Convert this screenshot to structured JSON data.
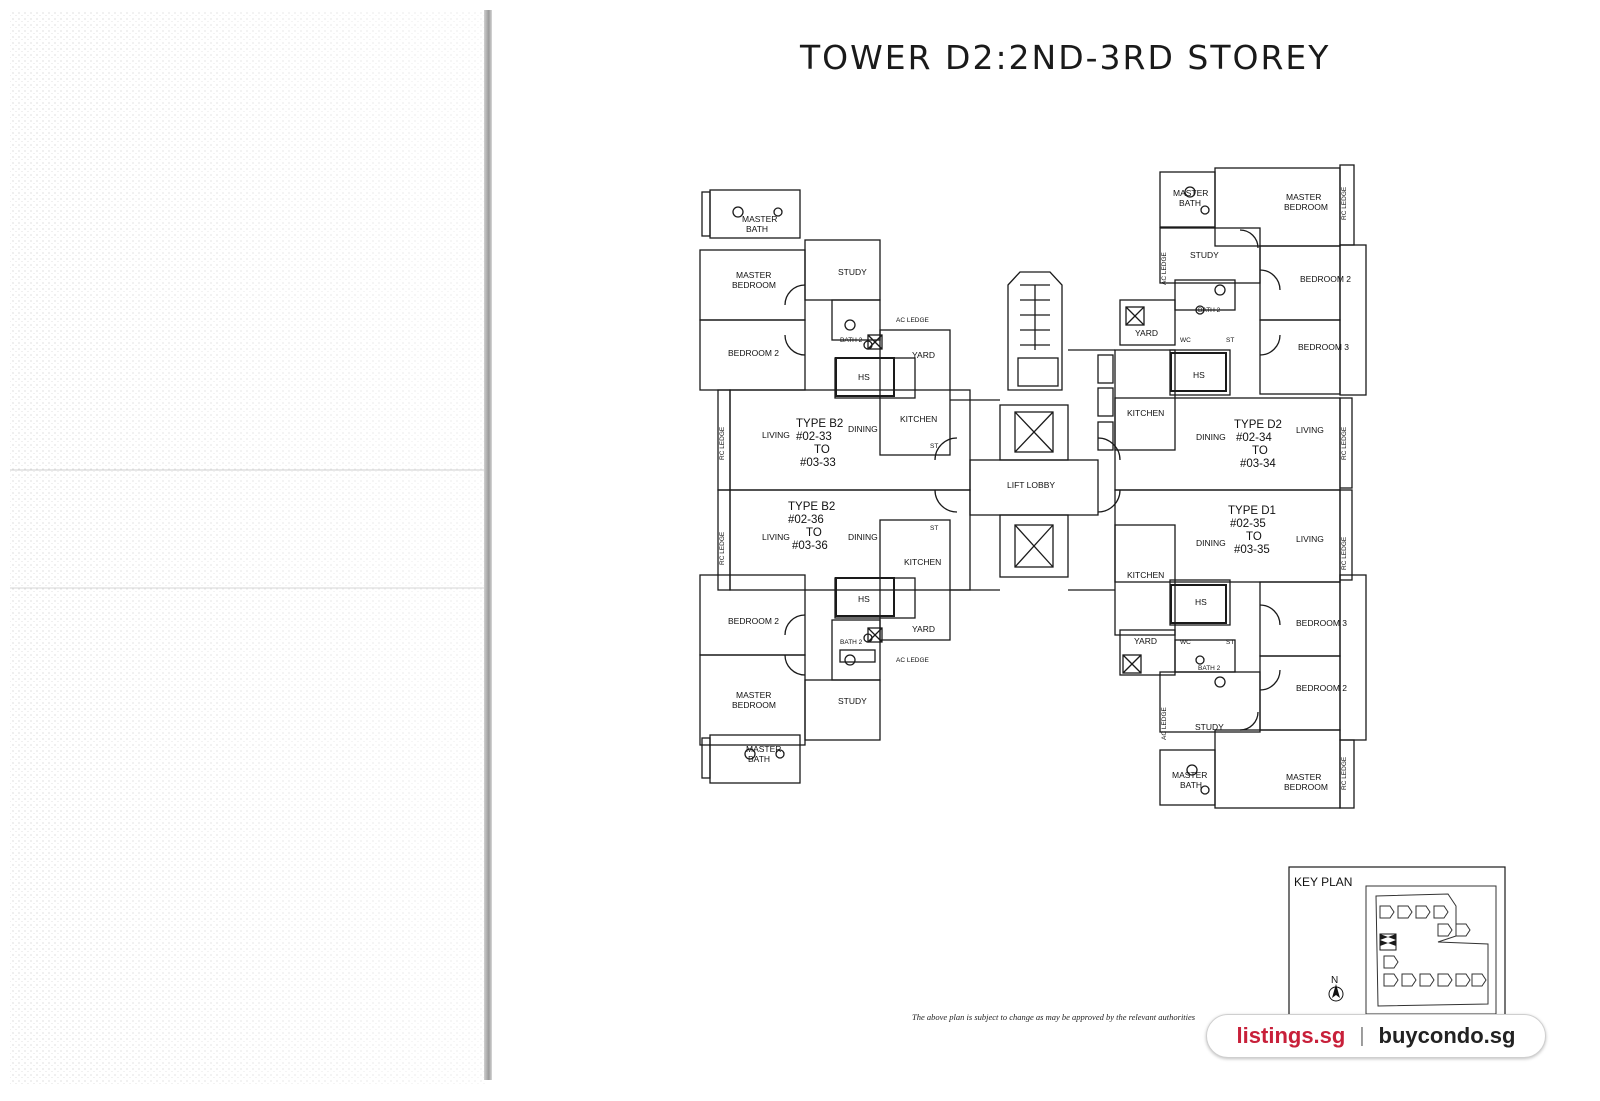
{
  "title": "TOWER D2:2ND-3RD STOREY",
  "rooms": {
    "master_bath": "MASTER BATH",
    "master_bath_l1": "MASTER",
    "master_bath_l2": "BATH",
    "master_bedroom_l1": "MASTER",
    "master_bedroom_l2": "BEDROOM",
    "study": "STUDY",
    "bedroom_2": "BEDROOM 2",
    "bedroom_3": "BEDROOM 3",
    "bath_2": "BATH 2",
    "hs": "HS",
    "yard": "YARD",
    "kitchen": "KITCHEN",
    "living": "LIVING",
    "dining": "DINING",
    "st": "ST",
    "wc": "WC",
    "ac_ledge": "AC LEDGE",
    "rc_ledge": "RC LEDGE",
    "lift_lobby": "LIFT LOBBY"
  },
  "units": [
    {
      "type": "TYPE B2",
      "from": "#02-33",
      "to_word": "TO",
      "to": "#03-33"
    },
    {
      "type": "TYPE B2",
      "from": "#02-36",
      "to_word": "TO",
      "to": "#03-36"
    },
    {
      "type": "TYPE D2",
      "from": "#02-34",
      "to_word": "TO",
      "to": "#03-34"
    },
    {
      "type": "TYPE D1",
      "from": "#02-35",
      "to_word": "TO",
      "to": "#03-35"
    }
  ],
  "key_plan": {
    "label": "KEY PLAN",
    "north": "N"
  },
  "disclaimer": "The above plan is subject to change as may be approved by the relevant authorities",
  "watermark": {
    "site_a": "listings.sg",
    "separator": "|",
    "site_b": "buycondo.sg"
  },
  "colors": {
    "line": "#1a1a1a",
    "brand_red": "#c8203a"
  }
}
